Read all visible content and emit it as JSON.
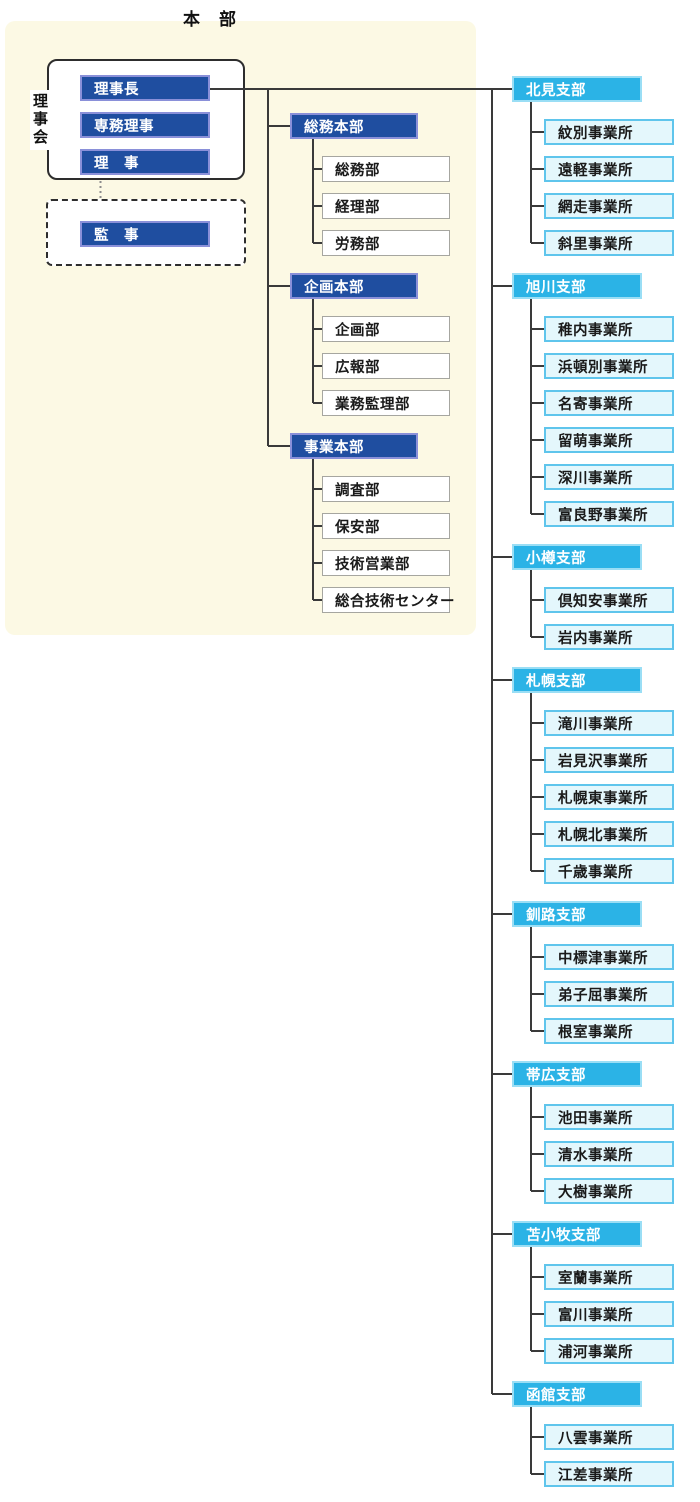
{
  "title": "本　部",
  "board": {
    "label": "理事会",
    "members": [
      "理事長",
      "専務理事",
      "理　事"
    ],
    "auditor": "監　事"
  },
  "headquarters_divisions": [
    {
      "label": "総務本部",
      "departments": [
        "総務部",
        "経理部",
        "労務部"
      ]
    },
    {
      "label": "企画本部",
      "departments": [
        "企画部",
        "広報部",
        "業務監理部"
      ]
    },
    {
      "label": "事業本部",
      "departments": [
        "調査部",
        "保安部",
        "技術営業部",
        "総合技術センター"
      ]
    }
  ],
  "branches": [
    {
      "label": "北見支部",
      "offices": [
        "紋別事業所",
        "遠軽事業所",
        "網走事業所",
        "斜里事業所"
      ]
    },
    {
      "label": "旭川支部",
      "offices": [
        "稚内事業所",
        "浜頓別事業所",
        "名寄事業所",
        "留萌事業所",
        "深川事業所",
        "富良野事業所"
      ]
    },
    {
      "label": "小樽支部",
      "offices": [
        "倶知安事業所",
        "岩内事業所"
      ]
    },
    {
      "label": "札幌支部",
      "offices": [
        "滝川事業所",
        "岩見沢事業所",
        "札幌東事業所",
        "札幌北事業所",
        "千歳事業所"
      ]
    },
    {
      "label": "釧路支部",
      "offices": [
        "中標津事業所",
        "弟子屈事業所",
        "根室事業所"
      ]
    },
    {
      "label": "帯広支部",
      "offices": [
        "池田事業所",
        "清水事業所",
        "大樹事業所"
      ]
    },
    {
      "label": "苫小牧支部",
      "offices": [
        "室蘭事業所",
        "富川事業所",
        "浦河事業所"
      ]
    },
    {
      "label": "函館支部",
      "offices": [
        "八雲事業所",
        "江差事業所"
      ]
    }
  ],
  "colors": {
    "navy": "#1F4EA0",
    "navy_border": "#8A90D9",
    "cyan": "#2BB3E6",
    "cyan_border": "#9ADEF5",
    "light_cyan": "#E4F7FC",
    "light_cyan_border": "#5FC5EC",
    "cream": "#FCF9E4",
    "line": "#3A3A3A",
    "gray_border": "#A6A6A0",
    "dotted_connector": "#8C8C8C"
  }
}
